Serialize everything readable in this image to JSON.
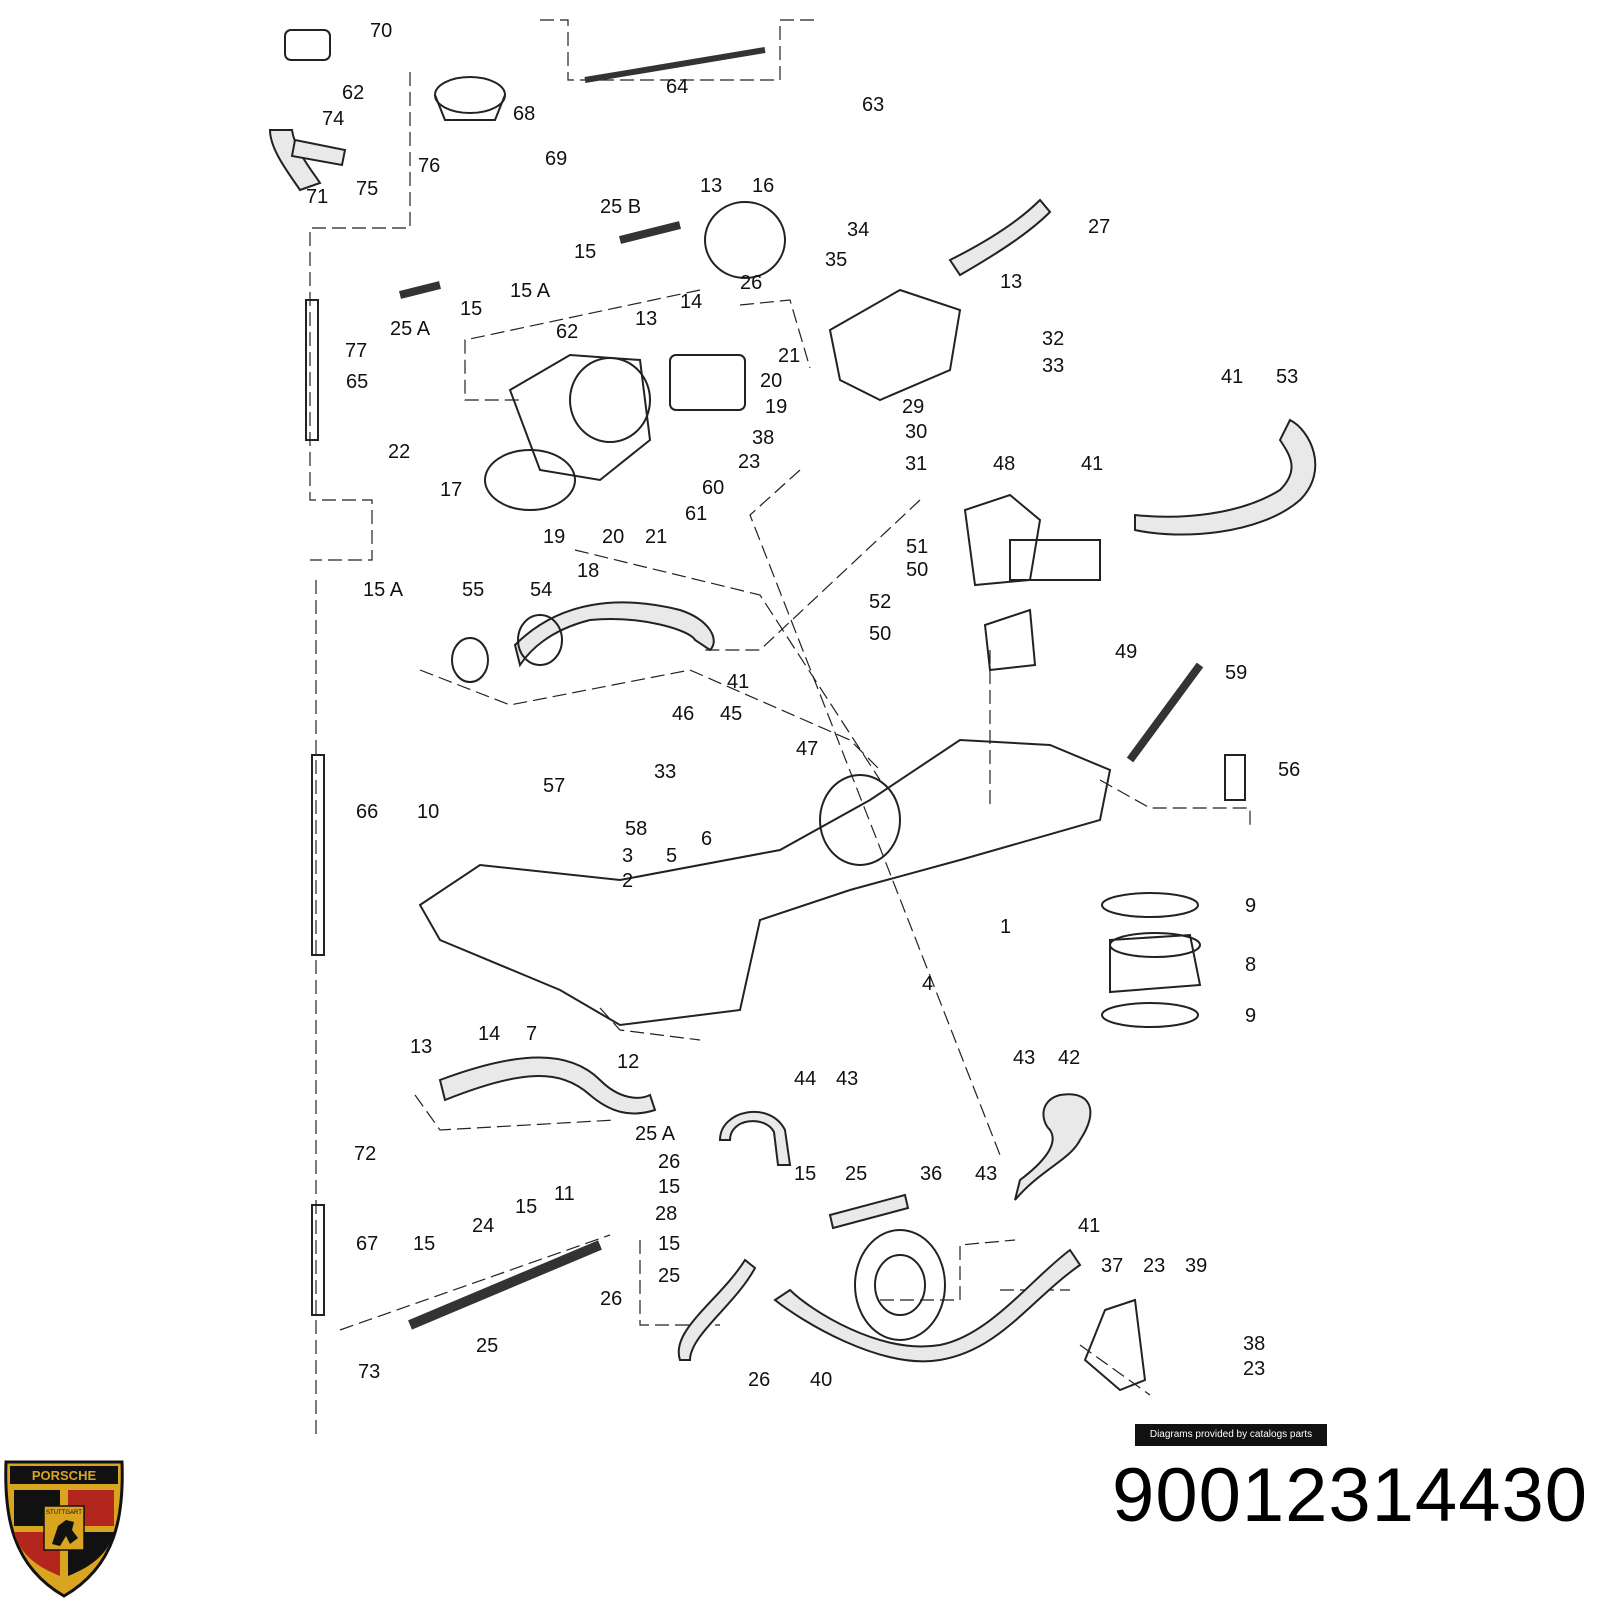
{
  "diagram": {
    "credit": "Diagrams provided by catalogs parts",
    "part_number": "90012314430",
    "logo": {
      "brand": "PORSCHE",
      "city": "STUTTGART",
      "colors": {
        "gold": "#d9a521",
        "red": "#b3261e",
        "black": "#111111"
      }
    },
    "callouts": [
      {
        "label": "70"
      },
      {
        "label": "62"
      },
      {
        "label": "74"
      },
      {
        "label": "71"
      },
      {
        "label": "75"
      },
      {
        "label": "68"
      },
      {
        "label": "76"
      },
      {
        "label": "69"
      },
      {
        "label": "64"
      },
      {
        "label": "63"
      },
      {
        "label": "16"
      },
      {
        "label": "13"
      },
      {
        "label": "25 B"
      },
      {
        "label": "15"
      },
      {
        "label": "15 A"
      },
      {
        "label": "25 A"
      },
      {
        "label": "15"
      },
      {
        "label": "77"
      },
      {
        "label": "65"
      },
      {
        "label": "34"
      },
      {
        "label": "35"
      },
      {
        "label": "27"
      },
      {
        "label": "13"
      },
      {
        "label": "26"
      },
      {
        "label": "14"
      },
      {
        "label": "62"
      },
      {
        "label": "13"
      },
      {
        "label": "20"
      },
      {
        "label": "21"
      },
      {
        "label": "19"
      },
      {
        "label": "32"
      },
      {
        "label": "33"
      },
      {
        "label": "29"
      },
      {
        "label": "30"
      },
      {
        "label": "38"
      },
      {
        "label": "23"
      },
      {
        "label": "31"
      },
      {
        "label": "22"
      },
      {
        "label": "17"
      },
      {
        "label": "60"
      },
      {
        "label": "61"
      },
      {
        "label": "19"
      },
      {
        "label": "20"
      },
      {
        "label": "21"
      },
      {
        "label": "18"
      },
      {
        "label": "41"
      },
      {
        "label": "53"
      },
      {
        "label": "48"
      },
      {
        "label": "41"
      },
      {
        "label": "51"
      },
      {
        "label": "50"
      },
      {
        "label": "52"
      },
      {
        "label": "50"
      },
      {
        "label": "49"
      },
      {
        "label": "15 A"
      },
      {
        "label": "55"
      },
      {
        "label": "54"
      },
      {
        "label": "41"
      },
      {
        "label": "59"
      },
      {
        "label": "46"
      },
      {
        "label": "45"
      },
      {
        "label": "47"
      },
      {
        "label": "56"
      },
      {
        "label": "57"
      },
      {
        "label": "33"
      },
      {
        "label": "66"
      },
      {
        "label": "10"
      },
      {
        "label": "58"
      },
      {
        "label": "6"
      },
      {
        "label": "3"
      },
      {
        "label": "5"
      },
      {
        "label": "2"
      },
      {
        "label": "9"
      },
      {
        "label": "1"
      },
      {
        "label": "8"
      },
      {
        "label": "4"
      },
      {
        "label": "9"
      },
      {
        "label": "7"
      },
      {
        "label": "44"
      },
      {
        "label": "43"
      },
      {
        "label": "13"
      },
      {
        "label": "14"
      },
      {
        "label": "12"
      },
      {
        "label": "43"
      },
      {
        "label": "42"
      },
      {
        "label": "72"
      },
      {
        "label": "25 A"
      },
      {
        "label": "26"
      },
      {
        "label": "15"
      },
      {
        "label": "15"
      },
      {
        "label": "25"
      },
      {
        "label": "36"
      },
      {
        "label": "43"
      },
      {
        "label": "11"
      },
      {
        "label": "28"
      },
      {
        "label": "41"
      },
      {
        "label": "15"
      },
      {
        "label": "24"
      },
      {
        "label": "15"
      },
      {
        "label": "67"
      },
      {
        "label": "15"
      },
      {
        "label": "25"
      },
      {
        "label": "37"
      },
      {
        "label": "23"
      },
      {
        "label": "39"
      },
      {
        "label": "26"
      },
      {
        "label": "38"
      },
      {
        "label": "73"
      },
      {
        "label": "25"
      },
      {
        "label": "26"
      },
      {
        "label": "40"
      },
      {
        "label": "23"
      }
    ]
  }
}
